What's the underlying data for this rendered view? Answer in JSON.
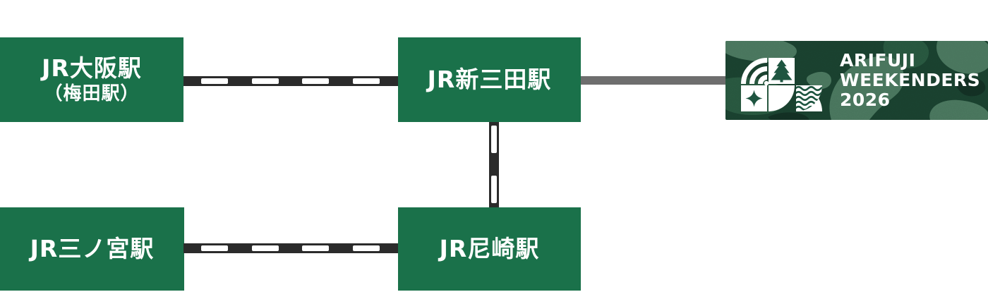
{
  "diagram": {
    "stations": {
      "osaka": {
        "name": "JR大阪駅",
        "sub": "（梅田駅）"
      },
      "shinsanda": {
        "name": "JR新三田駅"
      },
      "sannomiya": {
        "name": "JR三ノ宮駅"
      },
      "amagasaki": {
        "name": "JR尼崎駅"
      }
    },
    "connections": [
      {
        "from": "JR大阪駅（梅田駅）",
        "to": "JR新三田駅",
        "style": "jr-dashed-rail"
      },
      {
        "from": "JR三ノ宮駅",
        "to": "JR尼崎駅",
        "style": "jr-dashed-rail"
      },
      {
        "from": "JR新三田駅",
        "to": "JR尼崎駅",
        "style": "jr-dashed-rail"
      },
      {
        "from": "JR新三田駅",
        "to": "ARIFUJI WEEKENDERS 2026",
        "style": "solid-gray"
      }
    ]
  },
  "logo": {
    "line1": "ARIFUJI",
    "line2": "WEEKENDERS",
    "line3": "2026",
    "icons": [
      "arcs-icon",
      "pine-tree-icon",
      "pinwheel-icon",
      "sparkle-icon",
      "quarter-circle-icon",
      "waves-icon"
    ]
  },
  "colors": {
    "station_green": "#1a714a",
    "rail_dark": "#2b2b2b",
    "rail_dash_white": "#ffffff",
    "connector_gray": "#6e6e6e",
    "logo_base_green": "#1e4b37",
    "logo_blob_light": "#55886c",
    "logo_blob_mid": "#2f6549",
    "logo_blob_dark": "#16382a",
    "logo_glyph_green": "#1e5540",
    "text_white": "#ffffff"
  }
}
